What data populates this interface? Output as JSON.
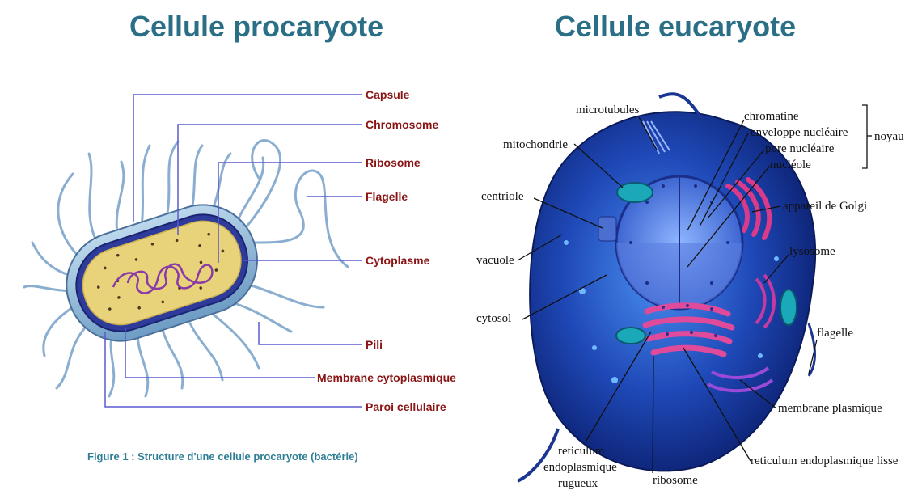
{
  "titles": {
    "left": "Cellule procaryote",
    "right": "Cellule eucaryote"
  },
  "prokaryote": {
    "labels": {
      "capsule": "Capsule",
      "chromosome": "Chromosome",
      "ribosome": "Ribosome",
      "flagelle": "Flagelle",
      "cytoplasme": "Cytoplasme",
      "pili": "Pili",
      "membrane": "Membrane cytoplasmique",
      "paroi": "Paroi cellulaire"
    },
    "caption": "Figure 1 : Structure d'une cellule procaryote (bactérie)"
  },
  "eukaryote": {
    "labels": {
      "microtubules": "microtubules",
      "mitochondrie": "mitochondrie",
      "centriole": "centriole",
      "vacuole": "vacuole",
      "cytosol": "cytosol",
      "chromatine": "chromatine",
      "enveloppe": "enveloppe nucléaire",
      "pore": "pore nucléaire",
      "nucleole": "nucléole",
      "noyau": "noyau",
      "golgi": "appareil de Golgi",
      "lysosome": "lysosome",
      "flagelle": "flagelle",
      "membrane": "membrane plasmique",
      "rel": "reticulum endoplasmique lisse",
      "ribosome": "ribosome",
      "rer_1": "reticulum",
      "rer_2": "endoplasmique",
      "rer_3": "rugueux"
    }
  },
  "colors": {
    "title": "#2b6f87",
    "prokaryote_label": "#8a1414",
    "leader_line": "#5a5ad0",
    "cell_blue": "#1f49b8",
    "cytoplasm_yellow": "#e8d27a",
    "golgi_pink": "#d93a8a"
  }
}
